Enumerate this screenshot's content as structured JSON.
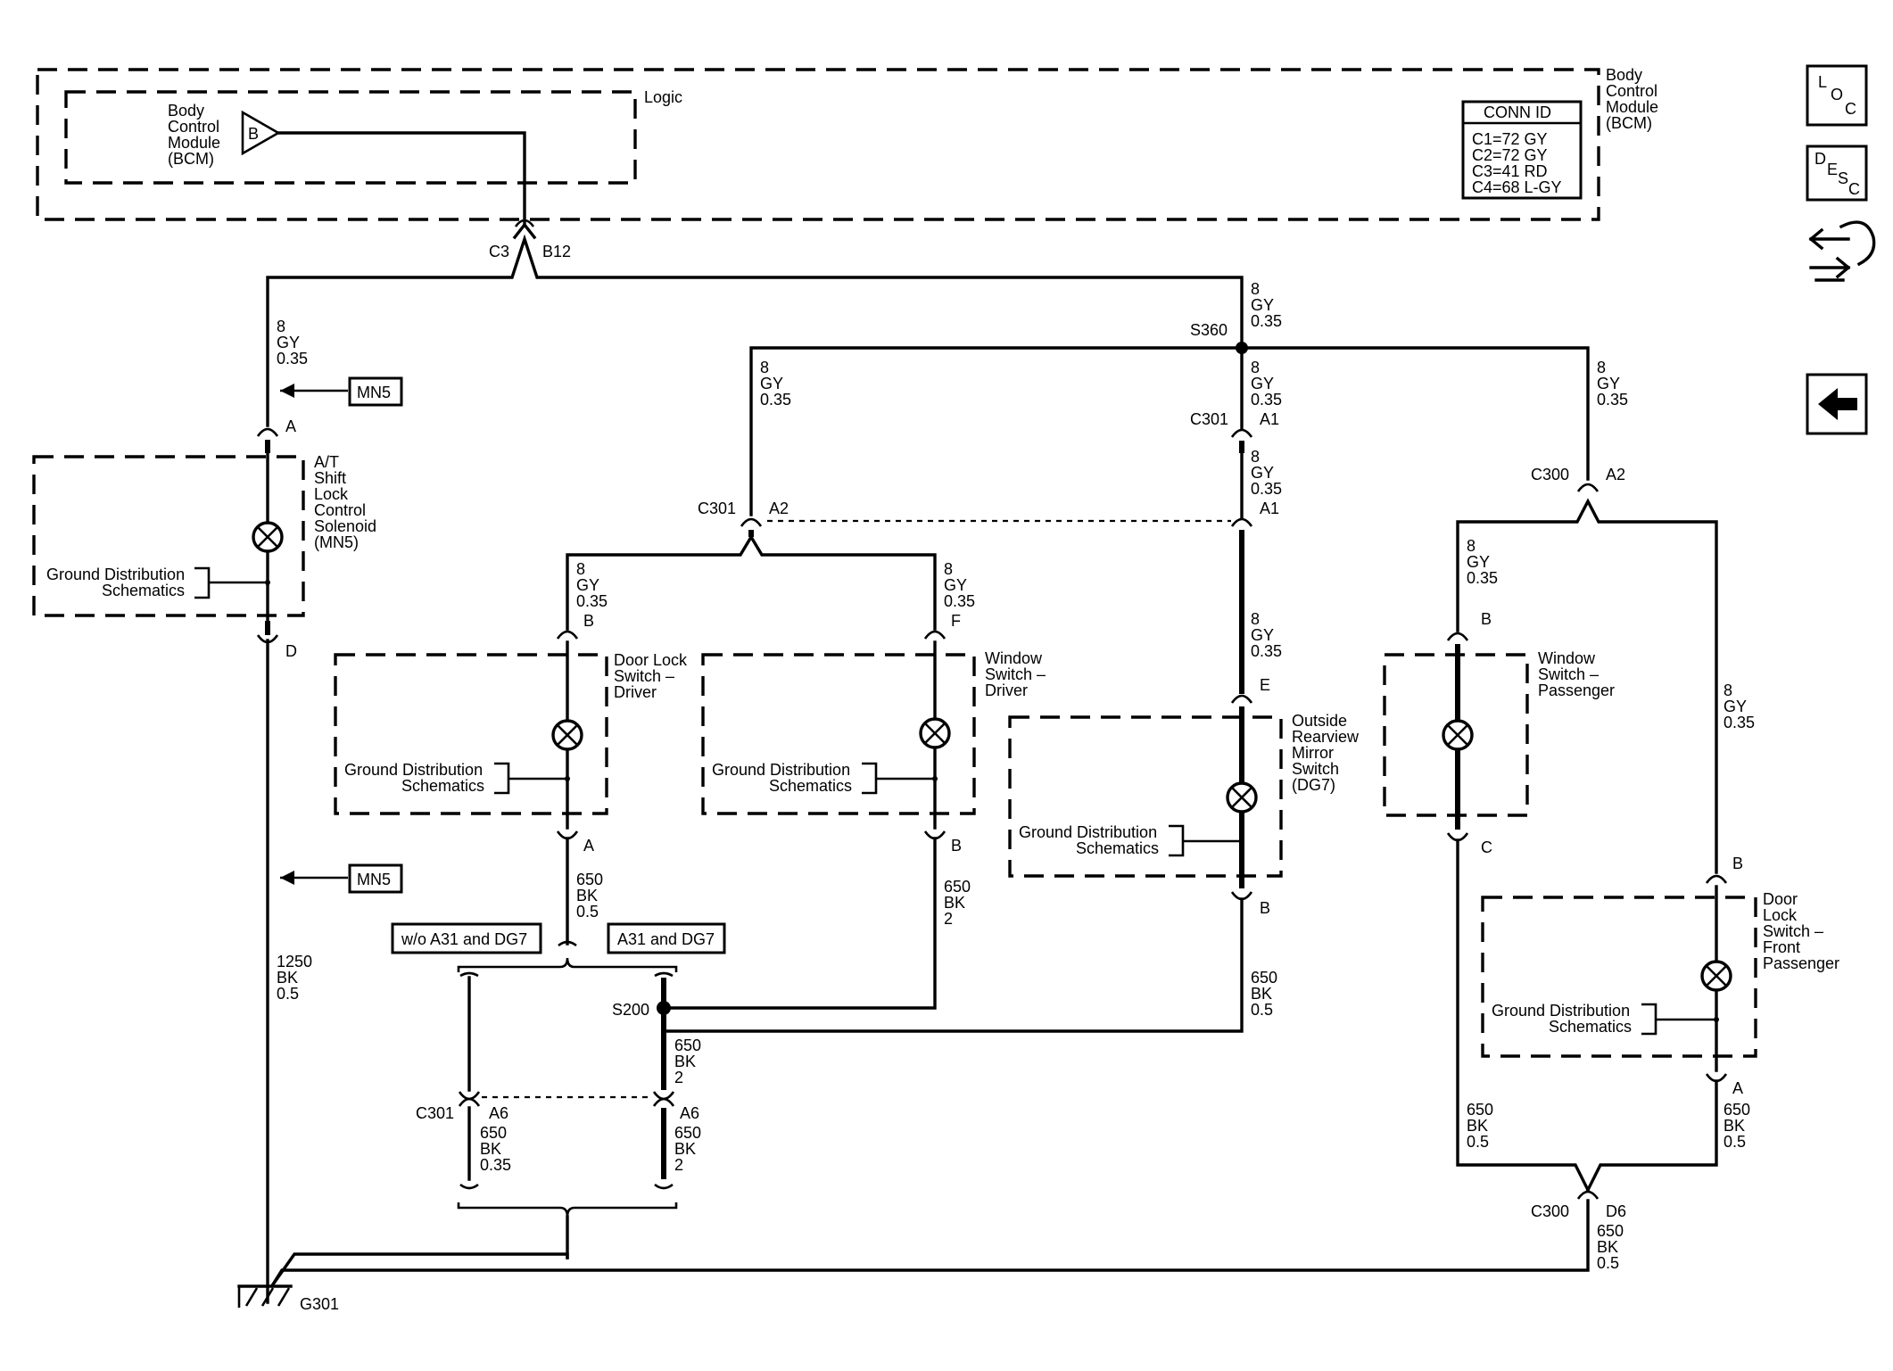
{
  "bcm_block": {
    "outer_label": [
      "Body",
      "Control",
      "Module",
      "(BCM)"
    ],
    "inner_label": [
      "Body",
      "Control",
      "Module",
      "(BCM)"
    ],
    "logic_label": "Logic",
    "output_pin": "B",
    "conn_id_title": "CONN ID",
    "conn_id_lines": [
      "C1=72 GY",
      "C2=72 GY",
      "C3=41 RD",
      "C4=68 L-GY"
    ]
  },
  "connectors": {
    "c3": "C3",
    "b12": "B12",
    "s360": "S360",
    "c301_a1": "C301",
    "a1_top": "A1",
    "a1_bottom": "A1",
    "c301_a2": "C301",
    "a2_mid": "A2",
    "c300_a2": "C300",
    "a2_right": "A2",
    "pin_a_left": "A",
    "pin_d_left": "D",
    "pin_b_dl": "B",
    "pin_a_dl": "A",
    "pin_f_ws": "F",
    "pin_b_ws": "B",
    "pin_e_mir": "E",
    "pin_b_mir": "B",
    "pin_b_wsp": "B",
    "pin_c_wsp": "C",
    "pin_b_dlp": "B",
    "pin_a_dlp": "A",
    "s200": "S200",
    "c301_a6": "C301",
    "a6_left": "A6",
    "a6_right": "A6",
    "c300_d6": "C300",
    "d6": "D6",
    "g301": "G301"
  },
  "wires": {
    "top_left": [
      "8",
      "GY",
      "0.35"
    ],
    "top_right": [
      "8",
      "GY",
      "0.35"
    ],
    "branch_mid": [
      "8",
      "GY",
      "0.35"
    ],
    "branch_c301_above": [
      "8",
      "GY",
      "0.35"
    ],
    "branch_c301_below": [
      "8",
      "GY",
      "0.35"
    ],
    "branch_right": [
      "8",
      "GY",
      "0.35"
    ],
    "dl_driver_in": [
      "8",
      "GY",
      "0.35"
    ],
    "ws_driver_in": [
      "8",
      "GY",
      "0.35"
    ],
    "mirror_in": [
      "8",
      "GY",
      "0.35"
    ],
    "wsp_in": [
      "8",
      "GY",
      "0.35"
    ],
    "dlp_in": [
      "8",
      "GY",
      "0.35"
    ],
    "dl_driver_out": [
      "650",
      "BK",
      "0.5"
    ],
    "ws_driver_out": [
      "650",
      "BK",
      "2"
    ],
    "mirror_out": [
      "650",
      "BK",
      "0.5"
    ],
    "left_ground": [
      "1250",
      "BK",
      "0.5"
    ],
    "s200_down": [
      "650",
      "BK",
      "2"
    ],
    "c301_left_down": [
      "650",
      "BK",
      "0.35"
    ],
    "c301_right_down": [
      "650",
      "BK",
      "2"
    ],
    "wsp_out": [
      "650",
      "BK",
      "0.5"
    ],
    "dlp_out": [
      "650",
      "BK",
      "0.5"
    ],
    "c300_down": [
      "650",
      "BK",
      "0.5"
    ]
  },
  "components": {
    "shift_lock": [
      "A/T",
      "Shift",
      "Lock",
      "Control",
      "Solenoid",
      "(MN5)"
    ],
    "door_lock_driver": [
      "Door Lock",
      "Switch –",
      "Driver"
    ],
    "window_driver": [
      "Window",
      "Switch –",
      "Driver"
    ],
    "mirror": [
      "Outside",
      "Rearview",
      "Mirror",
      "Switch",
      "(DG7)"
    ],
    "window_passenger": [
      "Window",
      "Switch –",
      "Passenger"
    ],
    "door_lock_passenger": [
      "Door",
      "Lock",
      "Switch –",
      "Front",
      "Passenger"
    ],
    "ground_ref": [
      "Ground Distribution",
      "Schematics"
    ]
  },
  "options": {
    "without": "w/o A31 and DG7",
    "with": "A31 and DG7"
  },
  "references": {
    "mn5_upper": "MN5",
    "mn5_lower": "MN5"
  },
  "nav": {
    "loc_icon": [
      "L",
      "O",
      "C"
    ],
    "desc_icon": [
      "D",
      "E",
      "S",
      "C"
    ]
  }
}
